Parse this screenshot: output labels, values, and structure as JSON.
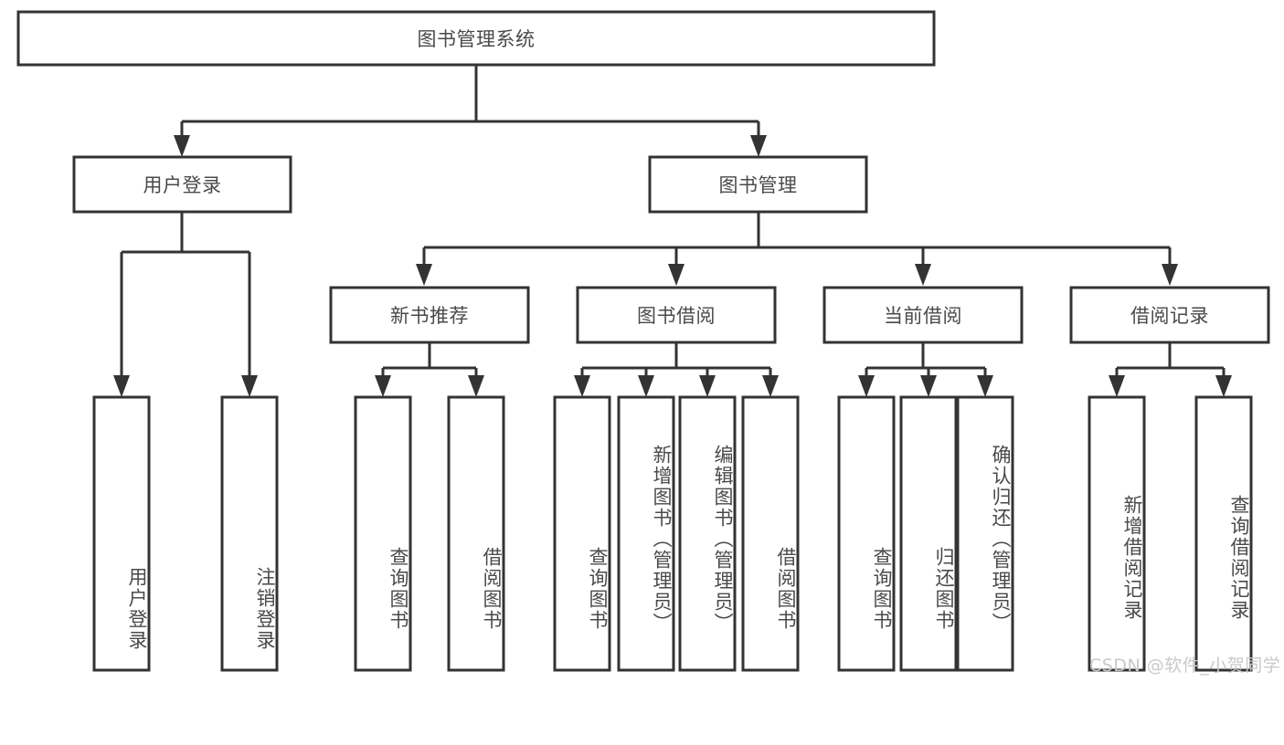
{
  "diagram": {
    "title": "图书管理系统",
    "type": "tree-hierarchy",
    "colors": {
      "stroke": "#333333",
      "box_fill": "#ffffff",
      "text": "#4a4a4a",
      "background": "#ffffff",
      "watermark": "#c9c9c9"
    },
    "root": {
      "label": "图书管理系统"
    },
    "level2": [
      {
        "label": "用户登录"
      },
      {
        "label": "图书管理"
      }
    ],
    "level3": [
      {
        "label": "新书推荐"
      },
      {
        "label": "图书借阅"
      },
      {
        "label": "当前借阅"
      },
      {
        "label": "借阅记录"
      }
    ],
    "leaves": {
      "user_login": [
        {
          "label": "用户登录"
        },
        {
          "label": "注销登录"
        }
      ],
      "new_book_recommend": [
        {
          "label": "查询图书"
        },
        {
          "label": "借阅图书"
        }
      ],
      "book_borrow": [
        {
          "label": "查询图书"
        },
        {
          "label": "新增图书（管理员）"
        },
        {
          "label": "编辑图书（管理员）"
        },
        {
          "label": "借阅图书"
        }
      ],
      "current_borrow": [
        {
          "label": "查询图书"
        },
        {
          "label": "归还图书"
        },
        {
          "label": "确认归还（管理员）"
        }
      ],
      "borrow_records": [
        {
          "label": "新增借阅记录"
        },
        {
          "label": "查询借阅记录"
        }
      ]
    }
  },
  "watermark": {
    "text": "CSDN @软件_小贺同学"
  }
}
